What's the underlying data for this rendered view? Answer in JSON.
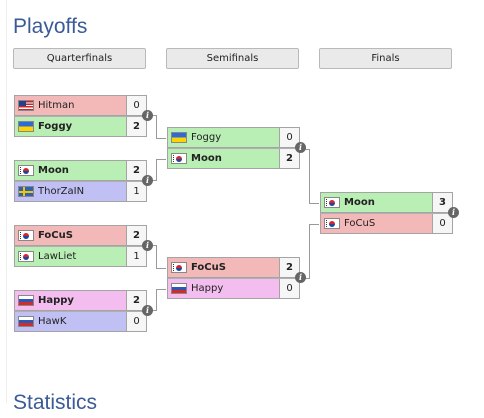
{
  "page": {
    "title": "Playoffs",
    "next_section_title": "Statistics"
  },
  "rounds": [
    {
      "label": "Quarterfinals"
    },
    {
      "label": "Semifinals"
    },
    {
      "label": "Finals"
    }
  ],
  "colors": {
    "loser_red": "#f3b9b9",
    "winner_green": "#b9eeb5",
    "blue": "#c0c0f5",
    "pink": "#f3bdf0",
    "title_blue": "#3b5b98"
  },
  "quarterfinals": [
    {
      "p1": {
        "name": "Hitman",
        "flag": "us-flag-icon",
        "score": "0"
      },
      "p2": {
        "name": "Foggy",
        "flag": "ua-flag-icon",
        "score": "2"
      }
    },
    {
      "p1": {
        "name": "Moon",
        "flag": "kr-flag-icon",
        "score": "2"
      },
      "p2": {
        "name": "ThorZaIN",
        "flag": "se-flag-icon",
        "score": "1"
      }
    },
    {
      "p1": {
        "name": "FoCuS",
        "flag": "kr-flag-icon",
        "score": "2"
      },
      "p2": {
        "name": "LawLiet",
        "flag": "kr-flag-icon",
        "score": "1"
      }
    },
    {
      "p1": {
        "name": "Happy",
        "flag": "ru-flag-icon",
        "score": "2"
      },
      "p2": {
        "name": "HawK",
        "flag": "ru-flag-icon",
        "score": "0"
      }
    }
  ],
  "semifinals": [
    {
      "p1": {
        "name": "Foggy",
        "flag": "ua-flag-icon",
        "score": "0"
      },
      "p2": {
        "name": "Moon",
        "flag": "kr-flag-icon",
        "score": "2"
      }
    },
    {
      "p1": {
        "name": "FoCuS",
        "flag": "kr-flag-icon",
        "score": "2"
      },
      "p2": {
        "name": "Happy",
        "flag": "ru-flag-icon",
        "score": "0"
      }
    }
  ],
  "finals": [
    {
      "p1": {
        "name": "Moon",
        "flag": "kr-flag-icon",
        "score": "3"
      },
      "p2": {
        "name": "FoCuS",
        "flag": "kr-flag-icon",
        "score": "0"
      }
    }
  ],
  "info_icon_glyph": "i"
}
